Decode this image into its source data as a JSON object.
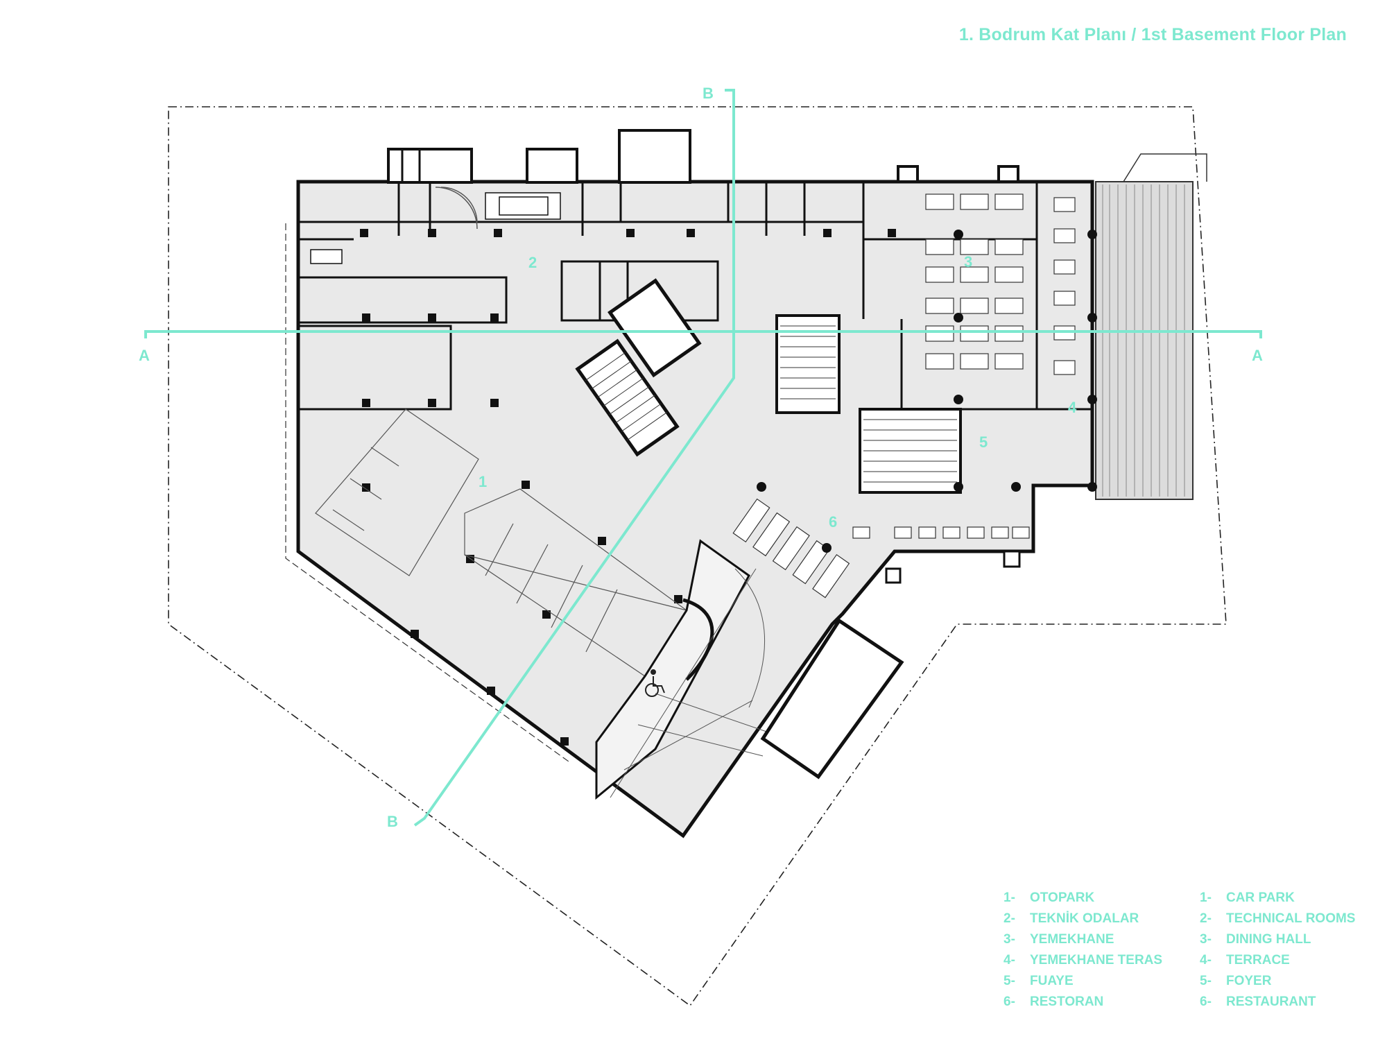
{
  "title": "1. Bodrum Kat Planı / 1st Basement Floor Plan",
  "accent_color": "#7de8cf",
  "wall_color": "#111111",
  "floor_fill": "#e9e9e9",
  "section_markers": {
    "a_left": "A",
    "a_right": "A",
    "b_top": "B",
    "b_bottom": "B"
  },
  "room_numbers": [
    "1",
    "2",
    "3",
    "4",
    "5",
    "6"
  ],
  "legend_tr": [
    {
      "num": "1-",
      "label": "OTOPARK"
    },
    {
      "num": "2-",
      "label": "TEKNİK ODALAR"
    },
    {
      "num": "3-",
      "label": "YEMEKHANE"
    },
    {
      "num": "4-",
      "label": "YEMEKHANE TERAS"
    },
    {
      "num": "5-",
      "label": "FUAYE"
    },
    {
      "num": "6-",
      "label": "RESTORAN"
    }
  ],
  "legend_en": [
    {
      "num": "1-",
      "label": "CAR PARK"
    },
    {
      "num": "2-",
      "label": "TECHNICAL ROOMS"
    },
    {
      "num": "3-",
      "label": "DINING HALL"
    },
    {
      "num": "4-",
      "label": "TERRACE"
    },
    {
      "num": "5-",
      "label": "FOYER"
    },
    {
      "num": "6-",
      "label": "RESTAURANT"
    }
  ],
  "icons": [
    "wheelchair-accessible-icon"
  ]
}
